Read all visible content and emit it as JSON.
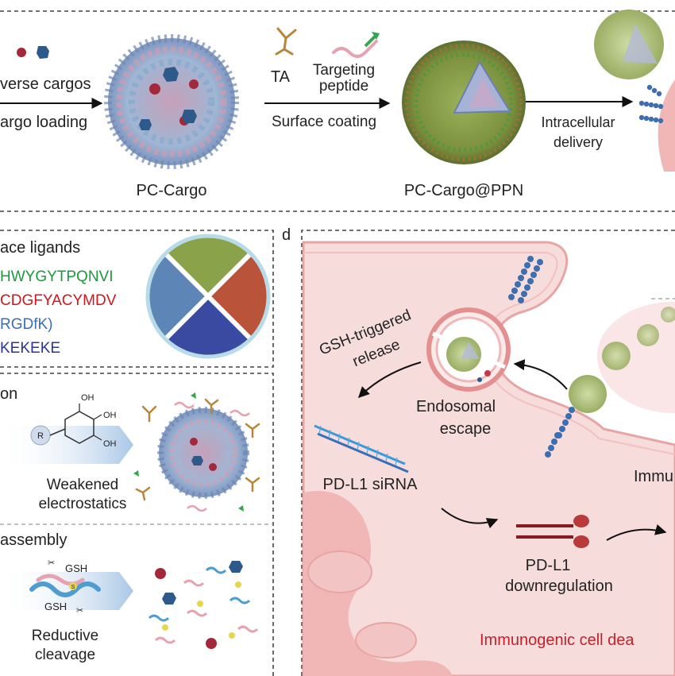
{
  "panel_a": {
    "cargo_line1": "verse cargos",
    "cargo_line2": "argo loading",
    "pc_cargo_label": "PC-Cargo",
    "ta_label": "TA",
    "targeting_line1": "Targeting",
    "targeting_line2": "peptide",
    "surface_coating": "Surface coating",
    "pc_cargo_ppn_label": "PC-Cargo@PPN",
    "intracellular_line1": "Intracellular",
    "intracellular_line2": "delivery"
  },
  "panel_b": {
    "title": "ace ligands",
    "ligands": [
      {
        "text": "HWYGYTPQNVI",
        "color": "#1a9a3a"
      },
      {
        "text": "CDGFYACYMDV",
        "color": "#d4141c"
      },
      {
        "text": "RGDfK)",
        "color": "#3a6fb5"
      },
      {
        "text": "KEKEKE",
        "color": "#2a3590"
      }
    ]
  },
  "panel_c": {
    "title": "on",
    "r_label": "R",
    "oh_labels": [
      "OH",
      "OH",
      "OH"
    ],
    "weakened_line1": "Weakened",
    "weakened_line2": "electrostatics"
  },
  "panel_c2": {
    "title": "assembly",
    "gsh_top": "GSH",
    "gsh_bottom": "GSH",
    "s_label": "S",
    "reductive_line1": "Reductive",
    "reductive_line2": "cleavage"
  },
  "panel_d": {
    "letter": "d",
    "gsh_line1": "GSH-triggered",
    "gsh_line2": "release",
    "endosomal_line1": "Endosomal",
    "endosomal_line2": "escape",
    "sirna_label": "PD-L1 siRNA",
    "pdl1_line1": "PD-L1",
    "pdl1_line2": "downregulation",
    "immu_label": "Immu",
    "icd_label": "Immunogenic cell dea",
    "icd_color": "#c8202a"
  },
  "colors": {
    "tannic": "#b8863b",
    "peptide_green": "#2fa84f",
    "cell_pink": "#f7dcdc",
    "cell_border": "#e8a5a5",
    "nucleus": "#f1b7b7",
    "polymer_pink": "#e7a1b0",
    "polymer_blue": "#7fa6cc",
    "cargo_red": "#a3283a",
    "cargo_blue": "#2d5a8a"
  }
}
